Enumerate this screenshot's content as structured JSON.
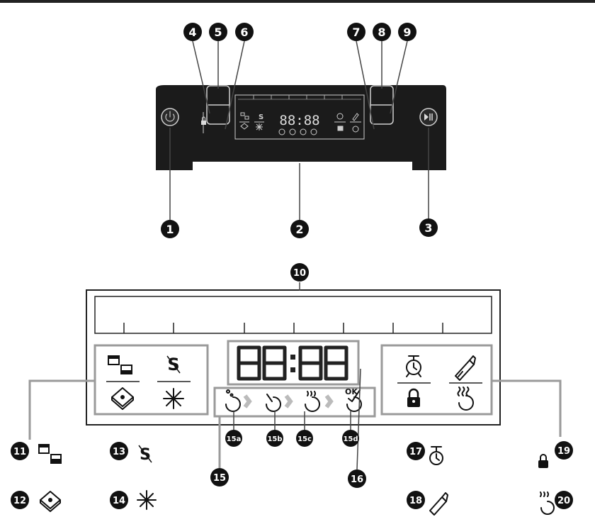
{
  "callouts": {
    "c1": "1",
    "c2": "2",
    "c3": "3",
    "c4": "4",
    "c5": "5",
    "c6": "6",
    "c7": "7",
    "c8": "8",
    "c9": "9",
    "c10": "10",
    "c11": "11",
    "c12": "12",
    "c13": "13",
    "c14": "14",
    "c15": "15",
    "c15a": "15a",
    "c15b": "15b",
    "c15c": "15c",
    "c15d": "15d",
    "c16": "16",
    "c17": "17",
    "c18": "18",
    "c19": "19",
    "c20": "20"
  },
  "display": {
    "digits_left": "88",
    "colon": ":",
    "digits_right": "88",
    "ok_label": "OK",
    "rinse_aid_symbol": "S"
  },
  "icons": {
    "power": "power-icon",
    "start_pause": "start-pause-icon",
    "half_load": "half-load-icon",
    "tablet": "tablet-icon",
    "rinse_aid": "rinse-aid-icon",
    "salt": "salt-icon",
    "delay_timer": "alarm-clock-icon",
    "detergent_bottle": "bottle-icon",
    "child_lock": "lock-icon",
    "drying": "drying-icon",
    "wash_phases": [
      "prewash-icon",
      "wash-icon",
      "rinse-icon",
      "end-icon"
    ]
  },
  "colors": {
    "panel": "#1b1b1b",
    "frame_gray": "#9a9a9a",
    "ink": "#111111"
  }
}
